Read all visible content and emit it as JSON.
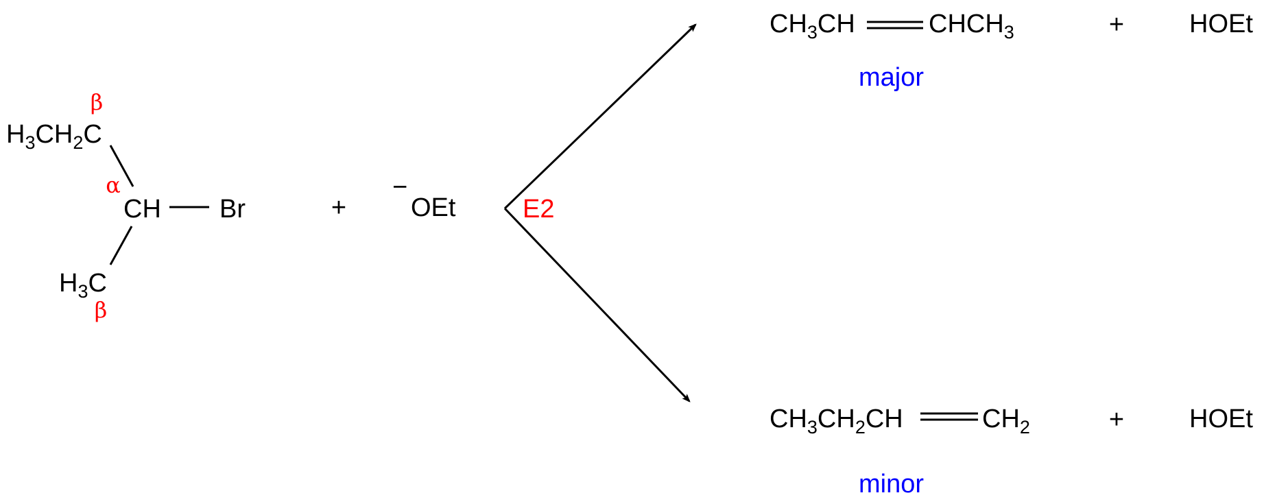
{
  "reactant": {
    "ethyl": [
      "H",
      "3",
      "CH",
      "2",
      "C"
    ],
    "methyl": [
      "H",
      "3",
      "C"
    ],
    "center": "CH",
    "leaving_group": "Br",
    "beta_top": "β",
    "alpha": "α",
    "beta_bottom": "β"
  },
  "plus": "+",
  "base": {
    "charge": "−",
    "label": "OEt"
  },
  "mechanism": "E2",
  "products": {
    "major": {
      "left": [
        "CH",
        "3",
        "CH"
      ],
      "right": [
        "CHCH",
        "3"
      ],
      "byproduct": "HOEt",
      "label": "major"
    },
    "minor": {
      "left": [
        "CH",
        "3",
        "CH",
        "2",
        "CH"
      ],
      "right": [
        "CH",
        "2"
      ],
      "byproduct": "HOEt",
      "label": "minor"
    }
  },
  "colors": {
    "annotation": "#ff0000",
    "label": "#0000ff"
  }
}
